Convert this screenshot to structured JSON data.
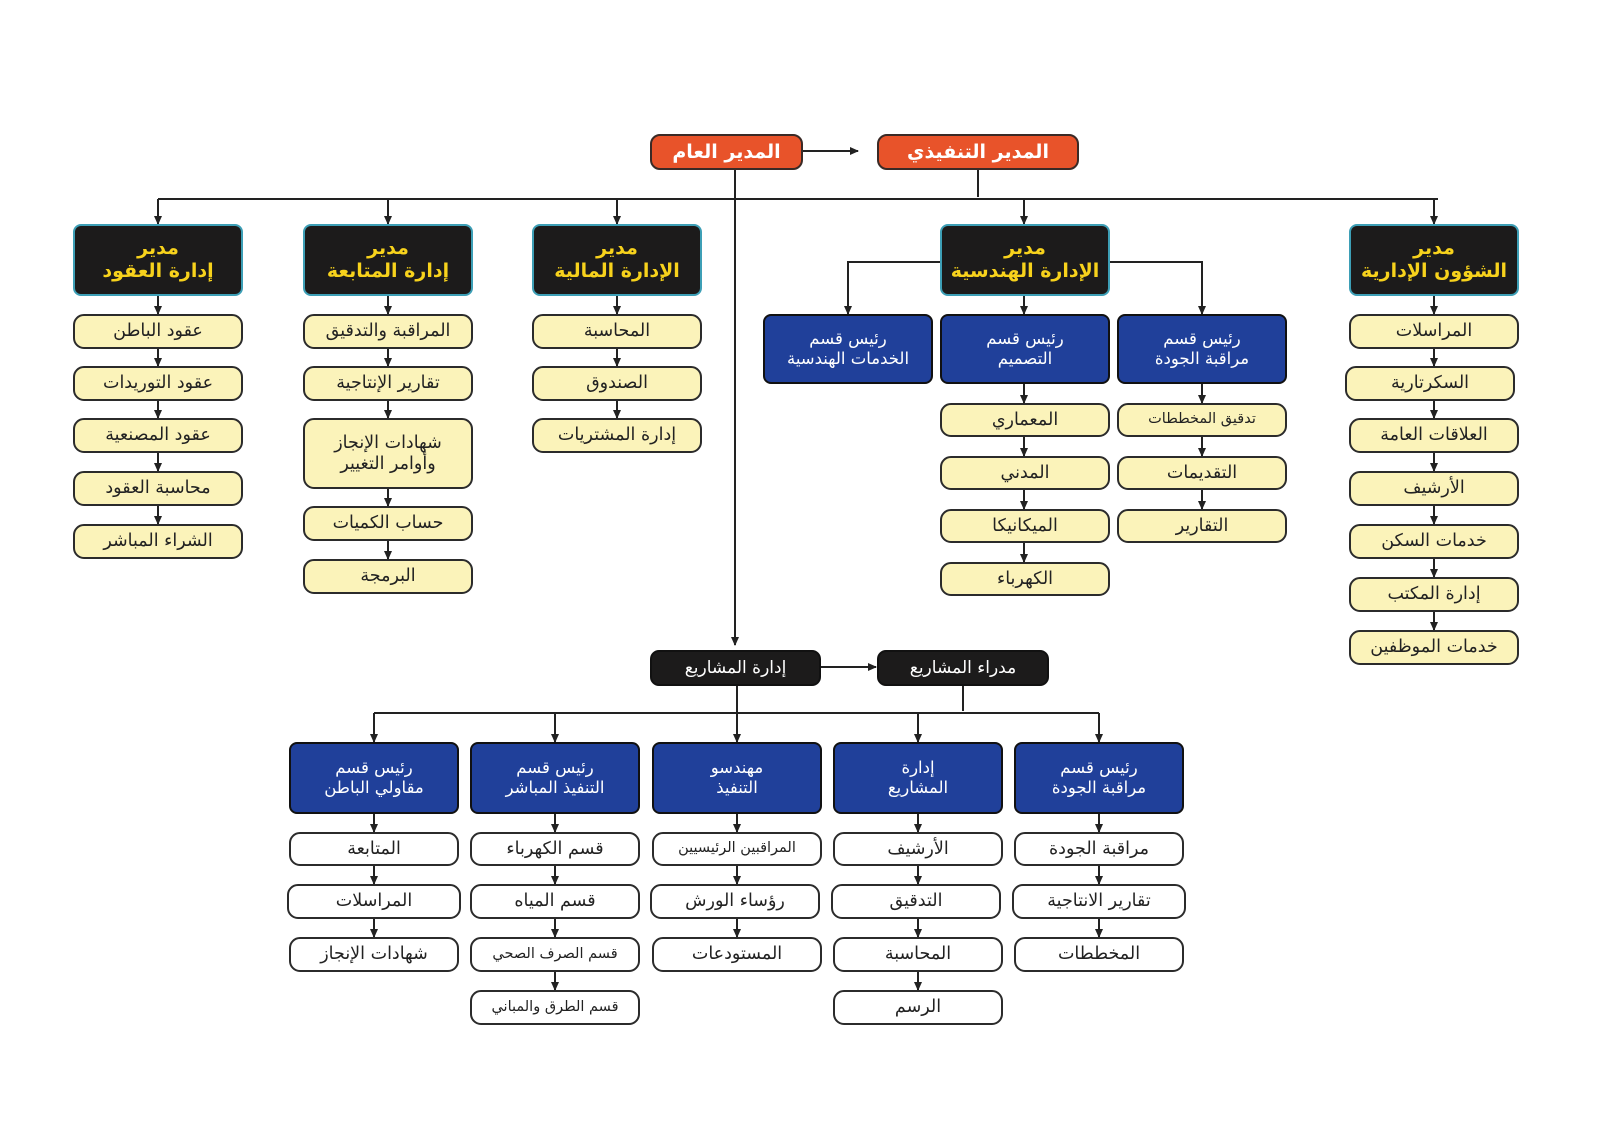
{
  "top": {
    "general_manager": "المدير العام",
    "executive_director": "المدير التنفيذي"
  },
  "managers": {
    "contracts": {
      "l1": "مدير",
      "l2": "إدارة العقود"
    },
    "followup": {
      "l1": "مدير",
      "l2": "إدارة المتابعة"
    },
    "finance": {
      "l1": "مدير",
      "l2": "الإدارة المالية"
    },
    "engineering": {
      "l1": "مدير",
      "l2": "الإدارة الهندسية"
    },
    "admin": {
      "l1": "مدير",
      "l2": "الشؤون الإدارية"
    }
  },
  "contracts_items": [
    "عقود الباطن",
    "عقود التوريدات",
    "عقود المصنعية",
    "محاسبة العقود",
    "الشراء المباشر"
  ],
  "followup_items": [
    "المراقبة والتدقيق",
    "تقارير الإنتاجية",
    "شهادات الإنجاز",
    "وأوامر التغيير",
    "حساب الكميات",
    "البرمجة"
  ],
  "finance_items": [
    "المحاسبة",
    "الصندوق",
    "إدارة المشتريات"
  ],
  "engineering_heads": {
    "services": {
      "l1": "رئيس قسم",
      "l2": "الخدمات الهندسية"
    },
    "design": {
      "l1": "رئيس قسم",
      "l2": "التصميم"
    },
    "quality": {
      "l1": "رئيس قسم",
      "l2": "مراقبة الجودة"
    }
  },
  "design_items": [
    "المعماري",
    "المدني",
    "الميكانيكا",
    "الكهرباء"
  ],
  "quality_items": [
    "تدقيق المخططات",
    "التقديمات",
    "التقارير"
  ],
  "admin_items": [
    "المراسلات",
    "السكرتارية",
    "العلاقات العامة",
    "الأرشيف",
    "خدمات السكن",
    "إدارة المكتب",
    "خدمات الموظفين"
  ],
  "projects": {
    "management": "إدارة المشاريع",
    "managers": "مدراء المشاريع"
  },
  "project_heads": {
    "subcontractors": {
      "l1": "رئيس قسم",
      "l2": "مقاولي الباطن"
    },
    "direct": {
      "l1": "رئيس قسم",
      "l2": "التنفيذ المباشر"
    },
    "engineers": {
      "l1": "مهندسو",
      "l2": "التنفيذ"
    },
    "projects_admin": {
      "l1": "إدارة",
      "l2": "المشاريع"
    },
    "quality": {
      "l1": "رئيس قسم",
      "l2": "مراقبة الجودة"
    }
  },
  "subcontractors_items": [
    "المتابعة",
    "المراسلات",
    "شهادات الإنجاز"
  ],
  "direct_items": [
    "قسم الكهرباء",
    "قسم المياه",
    "قسم الصرف الصحي",
    "قسم الطرق والمباني"
  ],
  "engineers_items": [
    "المراقبين الرئيسيين",
    "رؤساء الورش",
    "المستودعات"
  ],
  "projects_admin_items": [
    "الأرشيف",
    "التدقيق",
    "المحاسبة",
    "الرسم"
  ],
  "quality_items2": [
    "مراقبة الجودة",
    "تقارير الانتاجية",
    "المخططات"
  ],
  "colors": {
    "red": "#e8532a",
    "blue": "#20409a",
    "yellow": "#fbf3ba",
    "black": "#1c1b1b",
    "gold_text": "#f7d21c",
    "teal_border": "#3d9fb6"
  }
}
